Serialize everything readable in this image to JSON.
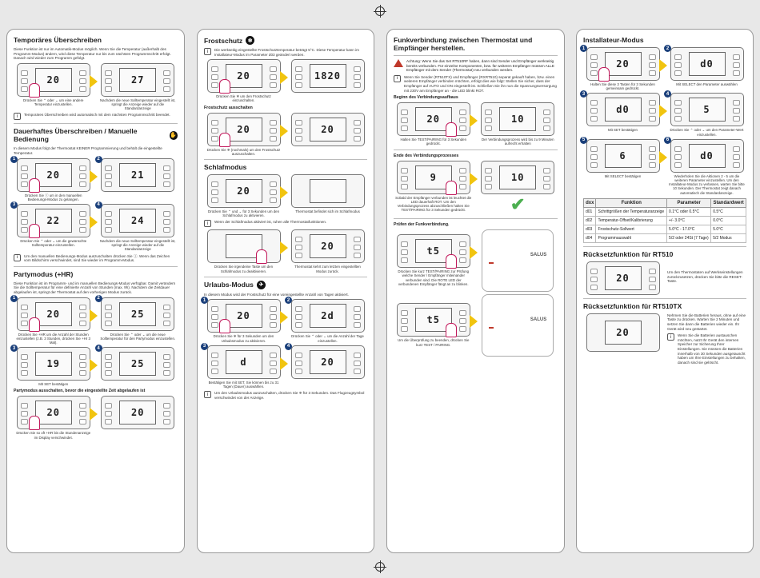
{
  "col1": {
    "s1_title": "Temporäres Überschreiben",
    "s1_text": "Diese Funktion ist nur im Automatik-Modus möglich. Wenn Sie die Temperatur (außerhalb des Programm-Modus) ändern, wird diese Temperatur nur bis zum nächsten Programmschritt erfolgt. Danach wird wieder zum Programm gefolgt.",
    "s1_lcd1": "20",
    "s1_lcd2": "27",
    "s1_cap1": "Drücken Sie ⌃ oder ⌄ um eine andere Temperatur einzustellen.",
    "s1_cap2": "Nachdem die neue Solltemperatur eingestellt ist, springt die Anzeige wieder auf die Standardanzeige",
    "s1_info": "Temporäres Überschreiben wird automatisch mit dem nächsten Programmschritt beendet.",
    "s2_title": "Dauerhaftes Überschreiben / Manuelle Bedienung",
    "s2_text": "In diesem Modus folgt der Thermostat KEINER Programmierung und behält die eingestellte Temperatur.",
    "s2_lcd": [
      "20",
      "21",
      "22",
      "24"
    ],
    "s2_cap1": "Drücken Sie ⓘ um in den manuellen Bedienungs-Modus zu gelangen.",
    "s2_cap3": "Drücken Sie ⌃ oder ⌄ um die gewünschte Solltemperatur einzustellen.",
    "s2_cap4": "Nachdem die neue Solltemperatur eingestellt ist, springt die Anzeige wieder auf die Standardanzeige",
    "s2_info": "Um den manuellen Bedienungs-Modus auszuschalten drücken Sie ⓘ. Wenn das Zeichen vom Bildschirm verschwindet, sind Sie wieder im Programm-Modus.",
    "s3_title": "Partymodus (+HR)",
    "s3_text": "Diese Funktion ist im Programm- und im manuellen Bedienungs-Modus verfügbar. Damit verändern Sie die Solltemperatur für eine definierte Anzahl von Stunden (max. 9h). Nachdem die Zeitdauer abgelaufen ist, springt der Thermostat auf den vorherigen Modus zurück.",
    "s3_lcd": [
      "20",
      "25",
      "19",
      "25"
    ],
    "s3_cap1": "Drücken Sie +HR um die Anzahl der Stunden einzustellen (z.B. 3 Stunden, drücken Sie +Hr 3 Mal).",
    "s3_cap2": "Drücken Sie ⌃ oder ⌄ um die neue Solltemperatur für den Partymodus einzustellen.",
    "s3_cap3": "Mit SET bestätigen",
    "s3_sub": "Partymodus ausschalten, bevor die eingestellte Zeit abgelaufen ist",
    "s3_cap5": "Drücken Sie so oft +HR bis die Stundenanzeige im Display verschwindet.",
    "s3_lcd5": [
      "20",
      "20"
    ]
  },
  "col2": {
    "s1_title": "Frostschutz",
    "s1_text": "Die werkseitig eingestellte Frostschutztemperatur beträgt 5°C. Diese Temperatur kann im Installateur-Modus im Parameter d03 geändert werden.",
    "s1_lcd": [
      "20",
      "1820"
    ],
    "s1_cap": "Drücken Sie ❄ um den Frostschutz einzuschalten.",
    "s1_sub": "Frostschutz ausschalten",
    "s1_lcd2": [
      "20",
      "20"
    ],
    "s1_cap2": "Drücken Sie ❄ (nochmals) um den Frostschutz auszuschalten.",
    "s2_title": "Schlafmodus",
    "s2_lcd": [
      "20",
      ""
    ],
    "s2_cap1": "Drücken Sie ⌃ und ⌄ für 3 Sekunden um den Schlafmodus zu aktivieren.",
    "s2_cap2": "Thermostat befindet sich im Schlafmodus",
    "s2_info": "Wenn der Schlafmodus aktiviert ist, ruhen alle Thermostatfunktionen.",
    "s2_lcd2": [
      "",
      "20"
    ],
    "s2_cap3": "Drücken Sie irgendeine Taste um den Schlafmodus zu deaktivieren.",
    "s2_cap4": "Thermostat kehrt zum letzten eingestellten Modus zurück.",
    "s3_title": "Urlaubs-Modus",
    "s3_text": "In diesem Modus wird der Frostschutz für eine voreingestellte Anzahl von Tagen aktiviert.",
    "s3_lcd": [
      "20",
      "2d",
      "d",
      "20"
    ],
    "s3_cap1": "Drücken Sie ❄ für 3 Sekunden um den Urlaubsmodus zu aktivieren.",
    "s3_cap2": "Drücken Sie ⌃ oder ⌄ um die Anzahl der Tage einzustellen.",
    "s3_cap3": "Bestätigen Sie mit SET. Sie können bis zu 31 Tagen (Dauer) auswählen.",
    "s3_info": "Um den Urlaubsmodus auszuschalten, drücken Sie ❄ für 3 Sekunden. Das Flugzeugsymbol verschwindet von der Anzeige."
  },
  "col3": {
    "title": "Funkverbindung zwischen Thermostat und Empfänger herstellen.",
    "warn": "Achtung: Wenn Sie das Set RT510RF haben, dann sind Sender und Empfänger werkseitig bereits verbunden. Für einzelne Komponenten, bzw. für weiteren Empfänger müssen ALLE Empfänger mit dem Sender (Thermostat) neu verbunden werden.",
    "info": "Wenn Sie Sender (RT510TX) und Empfänger (RXRT510) separat gekauft haben, bzw. einen weiteren Empfänger verbinden möchten, erfolgt dies wie folgt: Stellen Sie sicher, dass der Empfänger auf AUTO und ON eingestellt ist. Schließen Sie ihn nun die Spannungsversorgung mit 230V am Empfänger an - die LED blinkt ROT.",
    "sub1": "Beginn des Verbindungsaufbaus",
    "lcd1": [
      "20",
      "10"
    ],
    "cap1": "Halten Sie TEST/PAIRING für 3 Sekunden gedrückt.",
    "cap2": "Der Verbindungsprozess wird bis zu 9 Minuten aufrecht erhalten",
    "sub2": "Ende des Verbindungsprozesses",
    "lcd2": [
      "9",
      "10"
    ],
    "cap3": "Sobald der Empfänger verbunden ist leuchtet die LED dauerhaft ROT. Um den Verbindungsprozess abzuschließen halten Sie TEST/PAIRING für 3 Sekunden gedrückt.",
    "check": "✔",
    "sub3": "Prüfen der Funkverbindung.",
    "lcd3": [
      "t5"
    ],
    "cap4": "Drücken Sie kurz TEST/PAIRING zur Prüfung welche Sender / Empfänger miteinander verbunden sind. Die ROTE LED der verbundenen Empfänger fängt an zu blinken.",
    "cap5": "Um die Überprüfung zu beenden, drücken Sie kurz TEST / PAIRING.",
    "brand": "SALUS"
  },
  "col4": {
    "s1_title": "Installateur-Modus",
    "s1_lcd": [
      "20",
      "d0",
      "d0",
      "5",
      "6",
      "d0"
    ],
    "s1_cap1": "Halten Sie diese 3 Tasten für 3 Sekunden gemeinsam gedrückt.",
    "s1_cap2": "Mit SELECT den Parameter auswählen",
    "s1_cap3": "Mit SET bestätigen",
    "s1_cap4": "Drücken Sie ⌃ oder ⌄ um den Parameter-Wert einzustellen.",
    "s1_cap5": "Mit SELECT bestätigen",
    "s1_cap6": "Wiederholen Sie die Aktionen 2 - 5 um die weiteren Parameter einzustellen. Um den Installateur-Modus zu verlassen, warten Sie bitte 10 Sekunden. Der Thermostat zeigt danach automatisch die Standardanzeige.",
    "table": {
      "headers": [
        "dxx",
        "Funktion",
        "Parameter",
        "Standardwert"
      ],
      "rows": [
        [
          "d01",
          "Schrittgrößen der Temperaturanzeige",
          "0.1°C oder 0.5°C",
          "0.5°C"
        ],
        [
          "d02",
          "Temperatur-Offset/Kalibrierung",
          "+/- 3.0°C",
          "0.0°C"
        ],
        [
          "d03",
          "Frostschutz-Sollwert",
          "5.0°C - 17.0°C",
          "5.0°C"
        ],
        [
          "d04",
          "Programmauswahl",
          "5/2 oder 24St (7 Tage)",
          "5/2 Modus"
        ]
      ]
    },
    "s2_title": "Rücksetzfunktion für RT510",
    "s2_lcd": "20",
    "s2_text": "Um den Thermostaten auf Werkseinstellungen zurückzusetzen, drücken Sie bitte die RESET-Taste.",
    "s3_title": "Rücksetzfunktion für RT510TX",
    "s3_lcd": "20",
    "s3_text": "Nehmen Sie die Batterien heraus, ohne auf eine Taste zu drücken. Warten Sie 2 Minuten und setzen Sie dann die Batterien wieder ein. Ihr Gerät wird neu gestartet.",
    "s3_info": "Wenn Sie die Batterien austauschen möchten, nutzt Ihr Gerät den internen Speicher zur Sicherung Ihrer Einstellungen. Sie müssen die Batterien innerhalb von 30 Sekunden ausgetauscht haben um Ihre Einstellungen zu behalten, danach sind sie gelöscht."
  }
}
